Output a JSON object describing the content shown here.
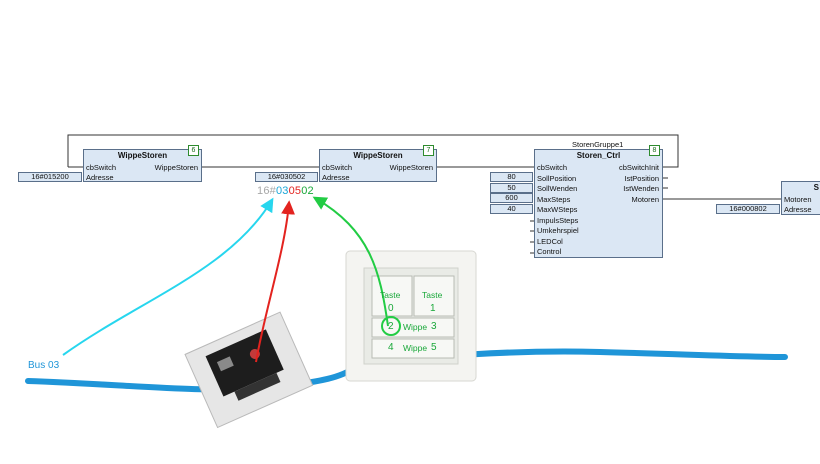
{
  "blocks": {
    "wippe1": {
      "title": "WippeStoren",
      "num": "6",
      "in1": "cbSwitch",
      "in2": "Adresse",
      "out1": "WippeStoren",
      "value": "16#015200"
    },
    "wippe2": {
      "title": "WippeStoren",
      "num": "7",
      "in1": "cbSwitch",
      "in2": "Adresse",
      "out1": "WippeStoren",
      "value": "16#030502"
    },
    "storen": {
      "instance": "StorenGruppe1",
      "title": "Storen_Ctrl",
      "num": "8",
      "inputs": [
        "cbSwitch",
        "SollPosition",
        "SollWenden",
        "MaxSteps",
        "MaxWSteps",
        "ImpulsSteps",
        "Umkehrspiel",
        "LEDCol",
        "Control"
      ],
      "outputs": [
        "cbSwitchInit",
        "IstPosition",
        "IstWenden",
        "Motoren"
      ],
      "values": [
        "80",
        "50",
        "600",
        "40"
      ]
    },
    "motor": {
      "title": "S",
      "in1": "Motoren",
      "in2": "Adresse",
      "value": "16#000802"
    }
  },
  "address_breakdown": {
    "prefix": "16#",
    "bus": "03",
    "node": "05",
    "channel": "02"
  },
  "bus_label": "Bus 03",
  "switch_panel": {
    "top_left": "Taste",
    "top_right": "Taste",
    "row1_left": "0",
    "row1_right": "1",
    "row2_num_left": "2",
    "row2_label": "Wippe",
    "row2_num_right": "3",
    "row3_num_left": "4",
    "row3_label": "Wippe",
    "row3_num_right": "5"
  },
  "colors": {
    "bus": "#1f95d8",
    "cyan_arrow": "#27d6ee",
    "red_arrow": "#e3231f",
    "green_arrow": "#22cc44",
    "block_fill": "#dbe7f4"
  }
}
